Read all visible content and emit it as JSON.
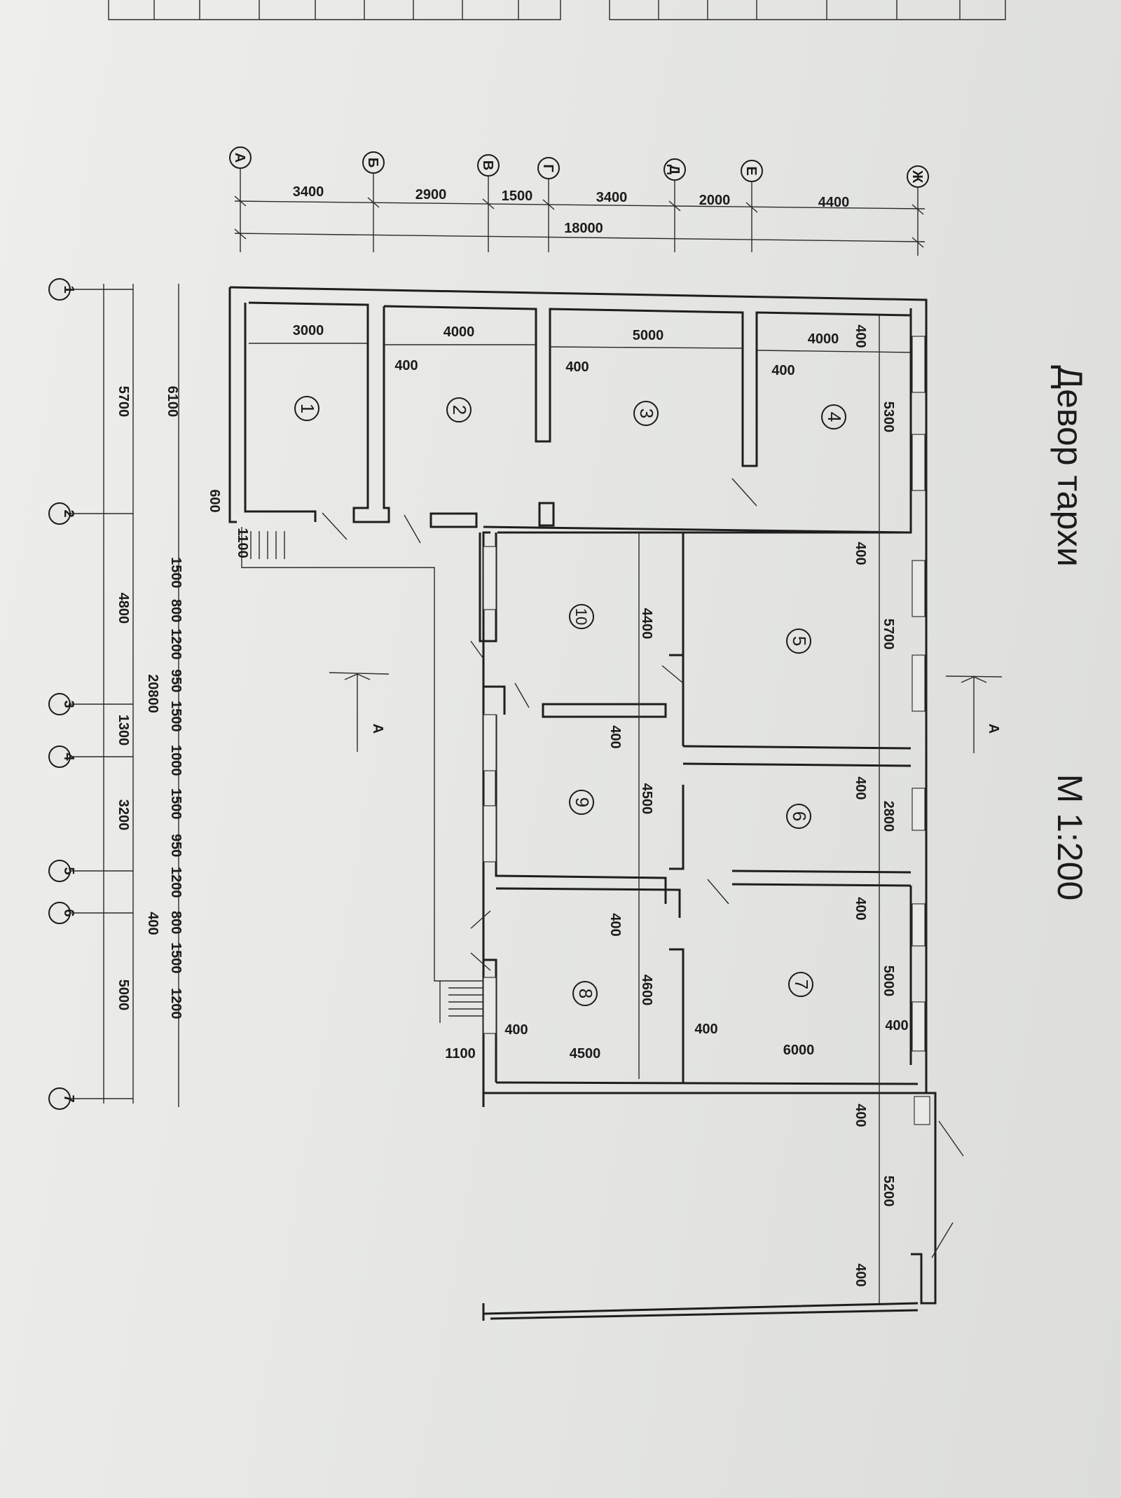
{
  "title": {
    "name": "Девор тархи",
    "scale": "М 1:200"
  },
  "section_mark": "А",
  "axes_letters": [
    "А",
    "Б",
    "В",
    "Г",
    "Д",
    "Е",
    "Ж"
  ],
  "axes_numbers": [
    "1",
    "2",
    "3",
    "4",
    "5",
    "6",
    "7"
  ],
  "dims_top": {
    "segments": [
      "3400",
      "2900",
      "1500",
      "3400",
      "2000",
      "4400"
    ],
    "total": "18000"
  },
  "dims_left": {
    "axis_chain": [
      "5700",
      "4800",
      "1300",
      "3200",
      "5000"
    ],
    "total_chain": [
      "6100",
      "20800"
    ],
    "openings_chain": [
      "1500",
      "800",
      "1200",
      "950",
      "1500",
      "1000",
      "1500",
      "950",
      "1200",
      "800",
      "1500",
      "1200"
    ],
    "offsets": [
      "600",
      "400"
    ]
  },
  "dims_rooms_width": [
    "3000",
    "4000",
    "5000",
    "4000",
    "4400",
    "4500",
    "4600",
    "6000"
  ],
  "dims_rooms_length": [
    "5300",
    "5700",
    "2800",
    "5000",
    "5200"
  ],
  "dims_walls": [
    "400"
  ],
  "dims_porch": [
    "1100",
    "1100"
  ],
  "rooms": [
    "1",
    "2",
    "3",
    "4",
    "5",
    "6",
    "7",
    "8",
    "9",
    "10"
  ],
  "colors": {
    "paper": "#e9eae7",
    "ink": "#1e1e1e"
  }
}
